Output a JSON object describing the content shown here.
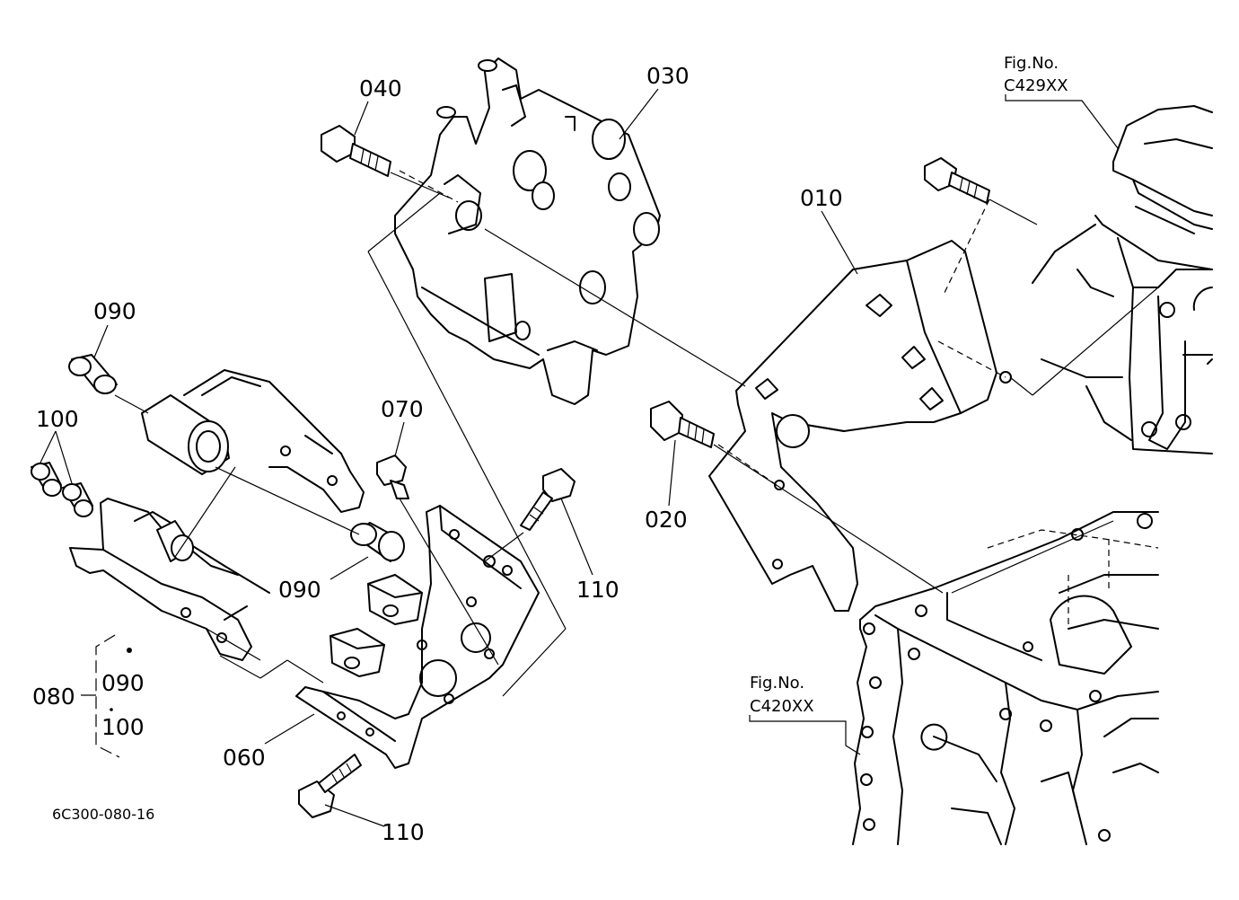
{
  "diagram_code": "6C300-080-16",
  "callouts": {
    "p010": "010",
    "p020": "020",
    "p030": "030",
    "p040": "040",
    "p060": "060",
    "p070": "070",
    "p090_top": "090",
    "p090_mid": "090",
    "p100_top": "100",
    "p110_right": "110",
    "p110_bottom": "110"
  },
  "assembly_group": {
    "label": "080",
    "items": [
      "090",
      "100"
    ]
  },
  "figure_refs": [
    {
      "line1": "Fig.No.",
      "line2": "C429XX"
    },
    {
      "line1": "Fig.No.",
      "line2": "C420XX"
    }
  ]
}
